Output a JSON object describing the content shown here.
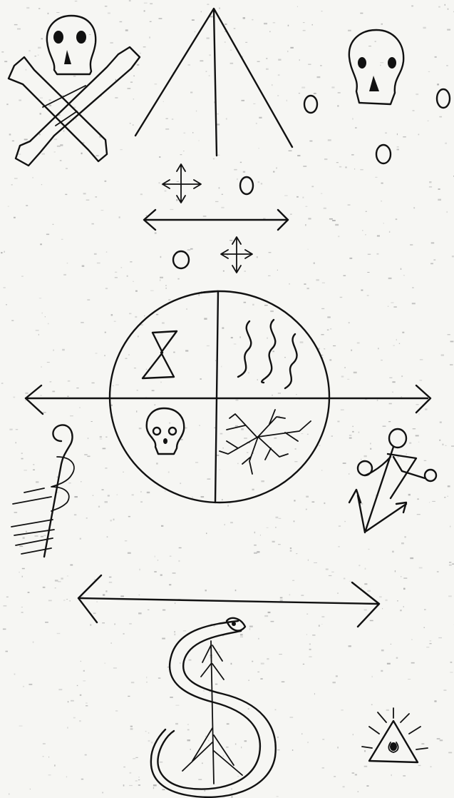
{
  "image": {
    "type": "hand-drawn sigil sketch on speckled paper",
    "colors": {
      "ink": "#111111",
      "paper": "#f6f6f3",
      "speckle": "#9a9a9a"
    },
    "elements": [
      "skull-and-crossbones",
      "triangle-with-center-line",
      "skull-with-three-dots",
      "four-way-arrow-icon",
      "horizontal-double-arrow",
      "quartered-circle",
      "hourglass-glyph",
      "wavy-lines-glyph",
      "small-skull-glyph",
      "cracked-lines-glyph",
      "left-spiral-fishbone-glyph",
      "right-branching-arrow-glyph",
      "serpent-with-tree",
      "eye-in-triangle"
    ]
  }
}
